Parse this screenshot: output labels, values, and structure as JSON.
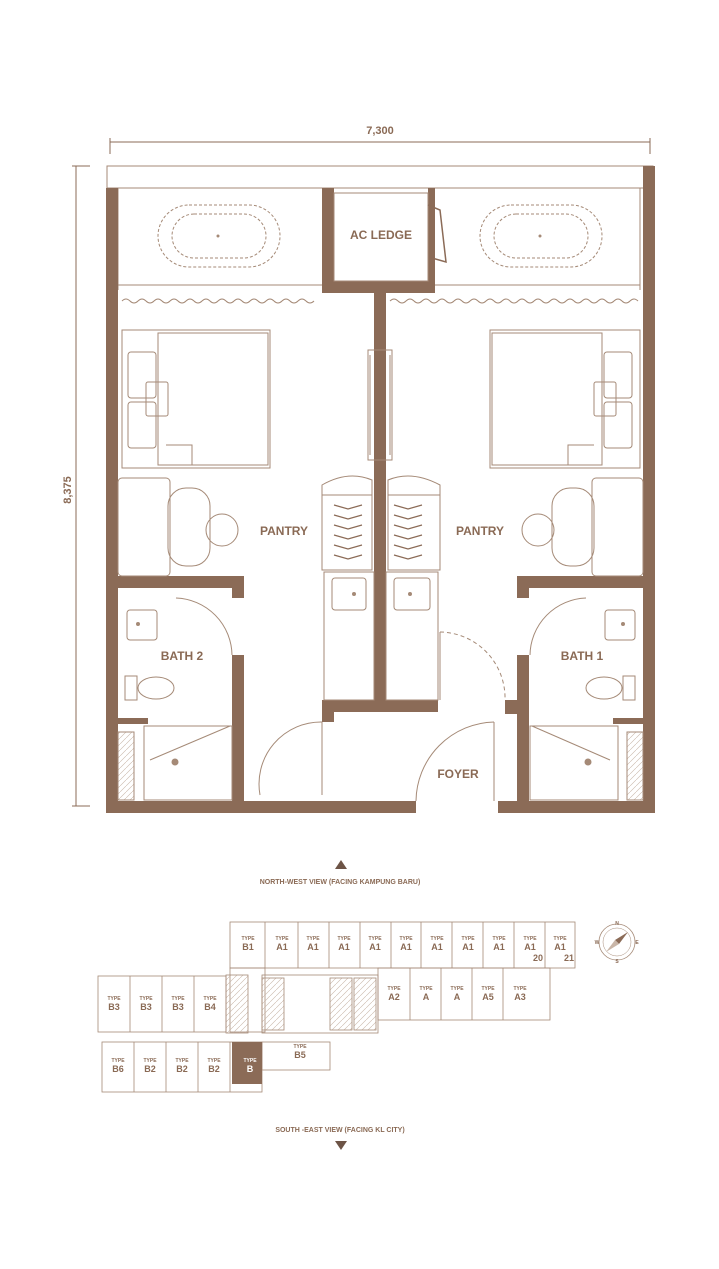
{
  "dimensions": {
    "width": "7,300",
    "height": "8,375"
  },
  "rooms": {
    "ac_ledge": "AC LEDGE",
    "pantry_left": "PANTRY",
    "pantry_right": "PANTRY",
    "bath_2": "BATH 2",
    "bath_1": "BATH 1",
    "foyer": "FOYER"
  },
  "keyplan": {
    "north_view": "NORTH-WEST VIEW (FACING KAMPUNG BARU)",
    "south_view": "SOUTH -EAST VIEW (FACING KL CITY)",
    "type_prefix": "TYPE",
    "top_row": [
      "B1",
      "A1",
      "A1",
      "A1",
      "A1",
      "A1",
      "A1",
      "A1",
      "A1",
      "A1",
      "A1"
    ],
    "top_row_numbers": [
      "20",
      "21"
    ],
    "middle_right": [
      "A2",
      "A",
      "A",
      "A5",
      "A3"
    ],
    "middle_left": [
      "B3",
      "B3",
      "B3",
      "B4"
    ],
    "bottom_row": [
      "B6",
      "B2",
      "B2",
      "B2",
      "B"
    ],
    "b5": "B5",
    "highlighted": "B",
    "compass": {
      "n": "N",
      "s": "S",
      "e": "E",
      "w": "W"
    }
  },
  "colors": {
    "wall": "#8b6b57",
    "line": "#a58a77",
    "highlight": "#8b6b57"
  }
}
